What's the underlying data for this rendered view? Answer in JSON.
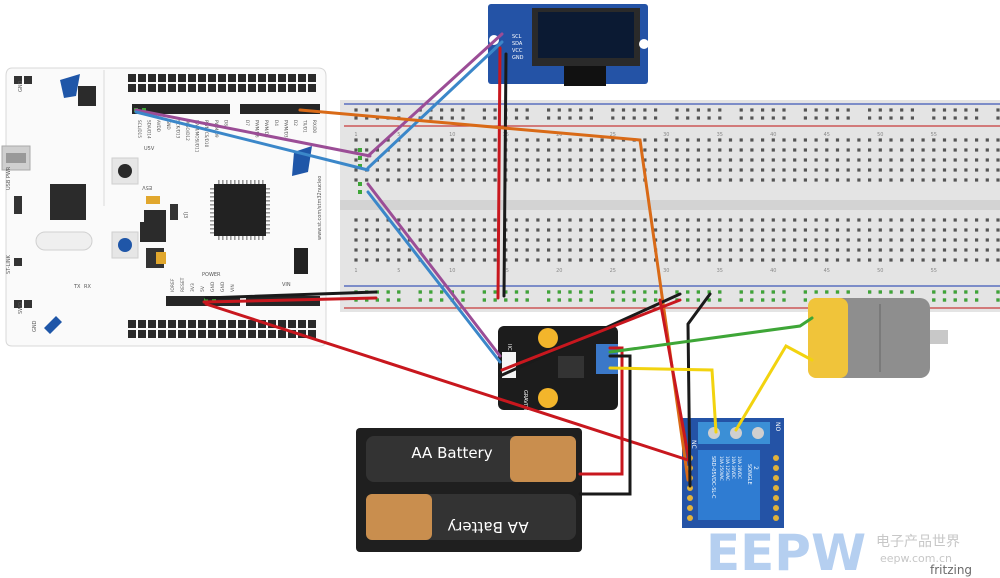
{
  "nucleo": {
    "url_text": "www.st.com/stm32nucleo",
    "usb_pwr": "USB PWR",
    "st_link": "ST-LINK",
    "gnd": "GND",
    "power_header": "POWER",
    "vin": "VIN",
    "ioref": "IOREF",
    "reset": "RESET",
    "v33": "3V3",
    "v5": "5V",
    "gnd_pin": "GND",
    "vin_pin": "VIN",
    "tx": "TX",
    "rx": "RX",
    "swd": "SWD",
    "u5v": "U5V",
    "e5v": "E5V",
    "ioreg": "IJ3",
    "pin_labels": [
      "SCL/D15",
      "SDA/D14",
      "AVDD",
      "GND",
      "SCK/D13",
      "MISO/D12",
      "PWM/MOSI/D11",
      "PWM/CS/D10",
      "PWM/D9",
      "D8",
      "D7",
      "PWM/D6",
      "PWM/D5",
      "D4",
      "PWM/D3",
      "D2",
      "TX/D1",
      "RX/D0"
    ]
  },
  "oled": {
    "pins": [
      "SCL",
      "SDA",
      "VCC",
      "GND"
    ]
  },
  "gravity": {
    "brand": "GRAVITY",
    "label": "IIC"
  },
  "relay": {
    "nc": "NC",
    "no": "NO",
    "model": "SRD-05VDC-SL-C",
    "ratings": [
      "10A 250VAC",
      "10A 125VAC",
      "10A 30VDC",
      "10A 28VDC"
    ],
    "brand": "SONGLE",
    "channel": "2"
  },
  "batteries": [
    {
      "label": "AA Battery"
    },
    {
      "label": "AA Battery"
    }
  ],
  "breadboard": {
    "col_numbers": [
      "1",
      "5",
      "10",
      "15",
      "20",
      "25",
      "30",
      "35",
      "40",
      "45",
      "50",
      "55"
    ]
  },
  "watermark": {
    "brand": "EEPW",
    "cn": "电子产品世界",
    "site": "eepw.com.cn",
    "fritzing": "fritzing"
  },
  "colors": {
    "wire_red": "#c8171e",
    "wire_black": "#1a1a1a",
    "wire_blue": "#3b87c9",
    "wire_purple": "#9b4d96",
    "wire_orange": "#d96a17",
    "wire_green": "#3ea637",
    "wire_yellow": "#f2d30f",
    "board_blue": "#2453a6",
    "breadboard": "#e4e4e4"
  }
}
